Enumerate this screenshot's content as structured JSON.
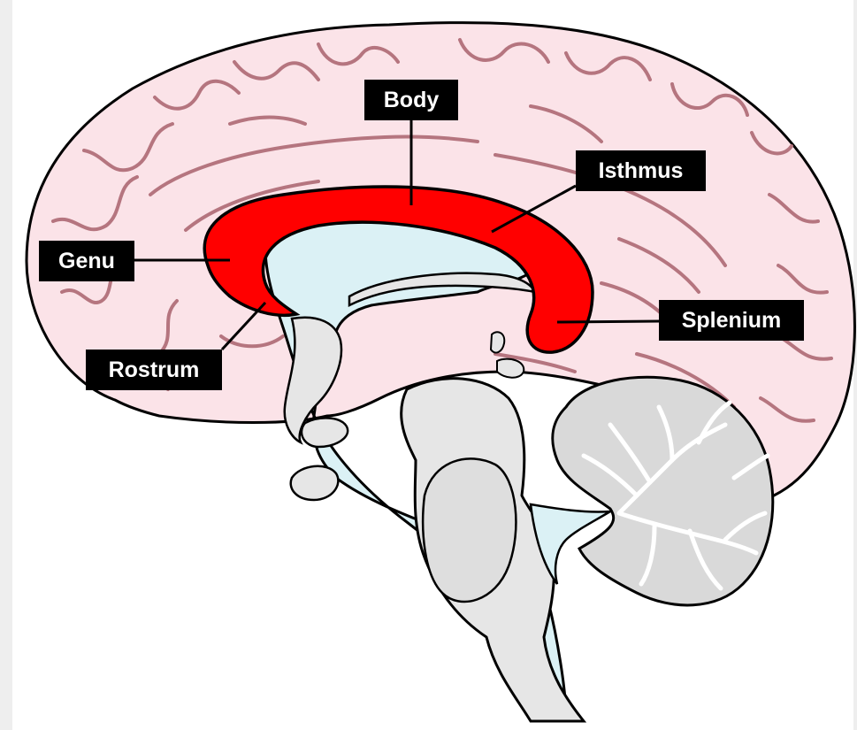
{
  "labels": {
    "body": "Body",
    "isthmus": "Isthmus",
    "genu": "Genu",
    "rostrum": "Rostrum",
    "splenium": "Splenium"
  },
  "colors": {
    "cortex": "#fbe3e8",
    "gyri_lines": "#b5757f",
    "corpus_callosum": "#ff0000",
    "ventricle": "#dbf1f5",
    "brainstem": "#e6e6e6",
    "cerebellum": "#d9d9d9",
    "label_bg": "#000000",
    "label_text": "#ffffff",
    "frame_strip": "#eeeeee"
  }
}
